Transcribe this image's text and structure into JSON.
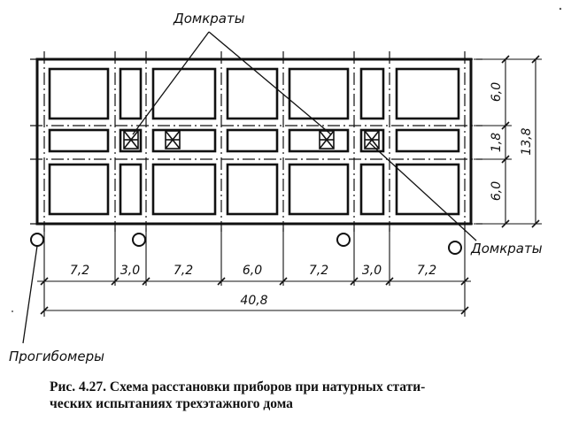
{
  "labels": {
    "jacks_top": "Домкраты",
    "jacks_bottom": "Домкраты",
    "deflection_gauges": "Прогибомеры"
  },
  "dimensions": {
    "horizontal": [
      "7,2",
      "3,0",
      "7,2",
      "6,0",
      "7,2",
      "3,0",
      "7,2"
    ],
    "total_horizontal": "40,8",
    "vertical": [
      "6,0",
      "1,8",
      "6,0"
    ],
    "total_vertical": "13,8"
  },
  "caption": {
    "line1": "Рис. 4.27. Схема расстановки приборов при натурных стати-",
    "line2": "ческих испытаниях трехэтажного дома"
  }
}
